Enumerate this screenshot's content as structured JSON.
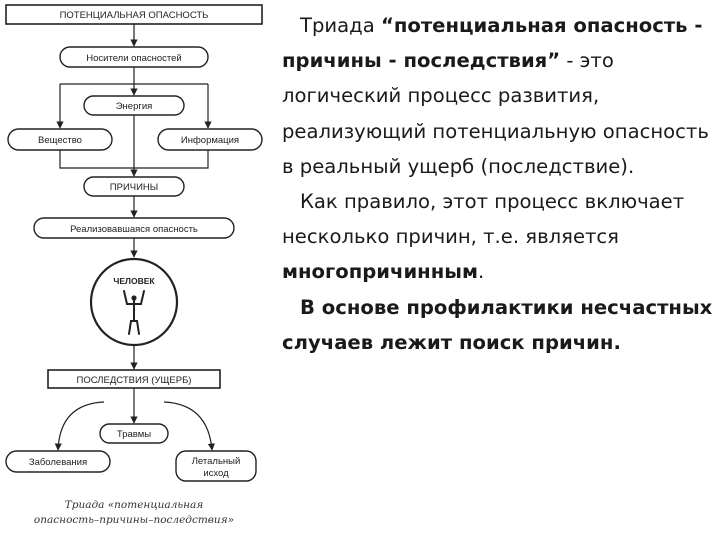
{
  "diagram": {
    "nodes": {
      "potential_danger": "ПОТЕНЦИАЛЬНАЯ ОПАСНОСТЬ",
      "carriers": "Носители опасностей",
      "energy": "Энергия",
      "substance": "Вещество",
      "information": "Информация",
      "causes": "ПРИЧИНЫ",
      "realized": "Реализовавшаяся опасность",
      "human": "ЧЕЛОВЕК",
      "consequences": "ПОСЛЕДСТВИЯ (УЩЕРБ)",
      "injuries": "Травмы",
      "diseases": "Заболевания",
      "fatal_line1": "Летальный",
      "fatal_line2": "исход"
    },
    "caption_line1": "Триада «потенциальная",
    "caption_line2": "опасность–причины–последствия»"
  },
  "text": {
    "p1_lead": "Триада ",
    "p1_bold": "“потенциальная опасность - причины - последствия”",
    "p1_rest": " - это логический процесс развития, реализующий потенциальную опасность в реальный ущерб (последствие).",
    "p2_lead": "Как правило, этот процесс включает несколько причин, т.е. является ",
    "p2_bold": "многопричинным",
    "p2_end": ".",
    "p3_bold": "В основе профилактики несчастных случаев лежит поиск причин."
  }
}
